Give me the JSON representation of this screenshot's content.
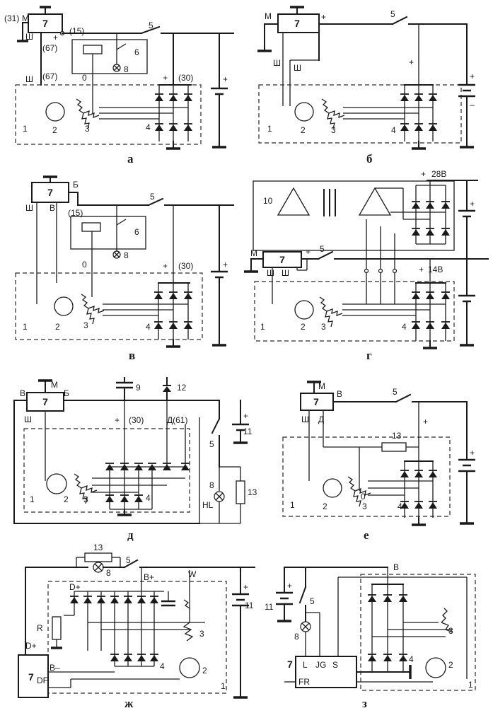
{
  "panels": {
    "a": {
      "caption": "а",
      "labels": {
        "t31": "(31)",
        "tM": "М",
        "tSh": "Ш",
        "t67": "(67)",
        "tPlus": "+",
        "t15": "(15)",
        "reg": "7",
        "sw": "5",
        "relay": "6",
        "lamp": "8",
        "tSh2": "Ш",
        "t67b": "(67)",
        "t0": "0",
        "tPlus30": "+",
        "t30": "(30)",
        "batPlus": "+",
        "n1": "1",
        "n2": "2",
        "n3": "3",
        "n4": "4"
      }
    },
    "b": {
      "caption": "б",
      "labels": {
        "tM": "М",
        "reg": "7",
        "tPlus": "+",
        "sw": "5",
        "tSh1": "Ш",
        "tSh2": "Ш",
        "outPlus": "+",
        "batPlus": "+",
        "batMinus": "–",
        "n1": "1",
        "n2": "2",
        "n3": "3",
        "n4": "4"
      }
    },
    "v": {
      "caption": "в",
      "labels": {
        "reg": "7",
        "tB": "Б",
        "tSh": "Ш",
        "tV": "В",
        "t15": "(15)",
        "sw": "5",
        "relay": "6",
        "lamp": "8",
        "t0": "0",
        "tPlus30": "+",
        "t30": "(30)",
        "batPlus": "+",
        "n1": "1",
        "n2": "2",
        "n3": "3",
        "n4": "4"
      }
    },
    "g": {
      "caption": "г",
      "labels": {
        "tPlus28": "+",
        "v28": "28В",
        "n10": "10",
        "tM": "М",
        "reg": "7",
        "tPlus": "+",
        "sw": "5",
        "tSh1": "Ш",
        "tSh2": "Ш",
        "tPlus14": "+",
        "v14": "14В",
        "n1": "1",
        "n2": "2",
        "n3": "3",
        "n4": "4"
      }
    },
    "d": {
      "caption": "д",
      "labels": {
        "tV": "В",
        "tM": "М",
        "tB": "Б",
        "reg": "7",
        "tSh": "Ш",
        "c9": "9",
        "d12": "12",
        "tPlus30": "+",
        "t30": "(30)",
        "tD61": "Д(61)",
        "batPlus": "+",
        "bat": "11",
        "sw": "5",
        "lamp": "8",
        "hl": "HL",
        "res": "13",
        "n1": "1",
        "n2": "2",
        "n3": "3",
        "n4": "4"
      }
    },
    "e": {
      "caption": "е",
      "labels": {
        "tM": "М",
        "reg": "7",
        "tV": "В",
        "sw": "5",
        "tSh": "Ш",
        "tD": "Д",
        "tPlus": "+",
        "res": "13",
        "n0": "0",
        "n1": "1",
        "n2": "2",
        "n3": "3",
        "n4": "4"
      }
    },
    "zh": {
      "caption": "ж",
      "labels": {
        "res": "13",
        "lamp": "8",
        "sw": "5",
        "dPlus": "D+",
        "bPlus": "B+",
        "w": "W",
        "batPlus": "+",
        "bat": "11",
        "r": "R",
        "dPlus2": "D+",
        "reg": "7",
        "bMinus": "B–",
        "df": "DF",
        "n1": "1",
        "n2": "2",
        "n3": "3",
        "n4": "4"
      }
    },
    "z": {
      "caption": "з",
      "labels": {
        "tB": "B",
        "bat": "11",
        "sw": "5",
        "lamp": "8",
        "reg": "7",
        "tL": "L",
        "tJG": "JG",
        "tS": "S",
        "fr": "FR",
        "batPlus": "+",
        "n1": "1",
        "n2": "2",
        "n3": "3",
        "n4": "4"
      }
    }
  }
}
